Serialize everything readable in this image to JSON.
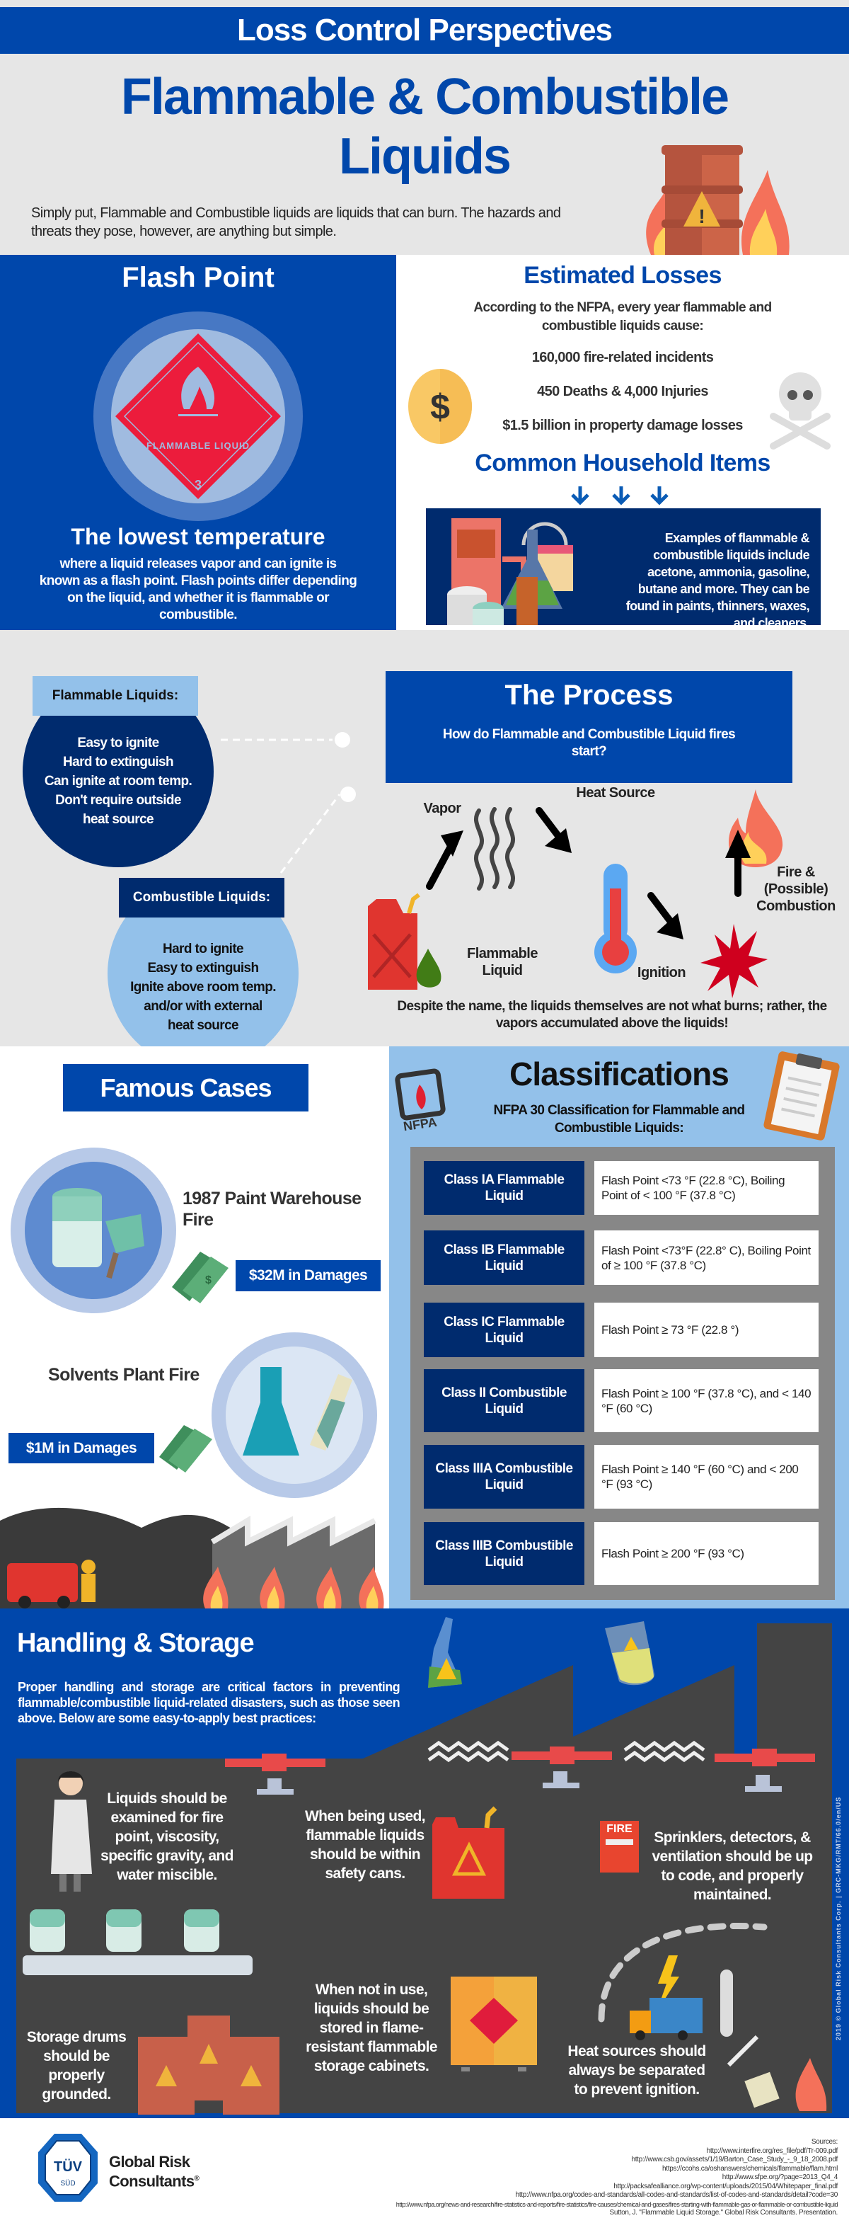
{
  "header": {
    "series_title": "Loss Control Perspectives",
    "main_title_line1": "Flammable & Combustible",
    "main_title_line2": "Liquids",
    "intro": "Simply put, Flammable and Combustible liquids are liquids that can burn. The hazards and threats they pose, however, are anything but simple."
  },
  "flash_point": {
    "title": "Flash Point",
    "placard_text": "FLAMMABLE LIQUID",
    "placard_number": "3",
    "subtitle": "The lowest temperature",
    "body": "where a liquid releases vapor and can ignite is known as a flash point. Flash points differ depending on the liquid, and whether it is flammable or combustible."
  },
  "losses": {
    "title": "Estimated Losses",
    "intro": "According to the NFPA, every year flammable and combustible liquids cause:",
    "stats": [
      "160,000 fire-related incidents",
      "450 Deaths & 4,000 Injuries",
      "$1.5 billion in property damage losses"
    ]
  },
  "household": {
    "title": "Common Household Items",
    "body": "Examples of flammable & combustible liquids include acetone, ammonia, gasoline, butane and more. They can be found in paints, thinners, waxes, and cleaners."
  },
  "comparison": {
    "flammable": {
      "label": "Flammable Liquids:",
      "lines": [
        "Easy to ignite",
        "Hard to extinguish",
        "Can ignite at room temp.",
        "Don't require outside",
        "heat source"
      ]
    },
    "combustible": {
      "label": "Combustible Liquids:",
      "lines": [
        "Hard to ignite",
        "Easy to extinguish",
        "Ignite above room temp.",
        "and/or with external",
        "heat source"
      ]
    }
  },
  "process": {
    "title": "The Process",
    "subtitle": "How do Flammable and Combustible Liquid fires start?",
    "steps": {
      "vapor": "Vapor",
      "heat": "Heat Source",
      "liquid": "Flammable Liquid",
      "ignition": "Ignition",
      "fire": "Fire & (Possible) Combustion"
    },
    "note": "Despite the name, the liquids themselves are not what burns; rather, the vapors accumulated above the liquids!"
  },
  "famous_cases": {
    "title": "Famous Cases",
    "cases": [
      {
        "name": "1987 Paint Warehouse Fire",
        "damages": "$32M in Damages"
      },
      {
        "name": "Solvents Plant Fire",
        "damages": "$1M in Damages"
      }
    ]
  },
  "classifications": {
    "title": "Classifications",
    "logo_text": "NFPA",
    "subtitle": "NFPA 30 Classification for Flammable and Combustible Liquids:",
    "rows": [
      {
        "class": "Class IA Flammable Liquid",
        "criteria": "Flash Point <73 °F (22.8 °C), Boiling Point of < 100 °F (37.8 °C)"
      },
      {
        "class": "Class IB Flammable Liquid",
        "criteria": "Flash Point <73°F (22.8° C), Boiling Point of  ≥ 100 °F (37.8 °C)"
      },
      {
        "class": "Class IC Flammable Liquid",
        "criteria": "Flash Point  ≥ 73 °F (22.8 °)"
      },
      {
        "class": "Class II Combustible Liquid",
        "criteria": "Flash Point  ≥ 100 °F (37.8 °C), and < 140 °F (60 °C)"
      },
      {
        "class": "Class IIIA Combustible Liquid",
        "criteria": "Flash Point  ≥ 140 °F (60 °C) and < 200 °F (93 °C)"
      },
      {
        "class": "Class IIIB Combustible Liquid",
        "criteria": "Flash Point ≥ 200 °F (93 °C)"
      }
    ]
  },
  "handling": {
    "title": "Handling & Storage",
    "intro": "Proper handling and storage are critical factors in preventing flammable/combustible liquid-related disasters, such as those seen above. Below are some easy-to-apply best practices:",
    "tips": [
      "Liquids should be examined for fire point, viscosity, specific gravity, and water miscible.",
      "When being used, flammable liquids should be within safety cans.",
      "Sprinklers, detectors, & ventilation should be up to code, and properly maintained.",
      "When not in use, liquids should be stored in flame-resistant flammable storage cabinets.",
      "Storage drums should be properly grounded.",
      "Heat sources should always be separated to prevent ignition."
    ],
    "alarm_label": "FIRE",
    "copyright": "2019 © Global Risk Consultants Corp.  |  GRC-MKG/RMT/66.0/en/US"
  },
  "footer": {
    "logo_text": "TÜV SÜD",
    "company": "Global Risk Consultants",
    "registered": "®",
    "sources_label": "Sources:",
    "sources": [
      "http://www.interfire.org/res_file/pdf/Tr-009.pdf",
      "http://www.csb.gov/assets/1/19/Barton_Case_Study_-_9_18_2008.pdf",
      "https://ccohs.ca/oshanswers/chemicals/flammable/flam.html",
      "http://www.sfpe.org/?page=2013_Q4_4",
      "http://packsafealliance.org/wp-content/uploads/2015/04/Whitepaper_final.pdf",
      "http://www.nfpa.org/codes-and-standards/all-codes-and-standards/list-of-codes-and-standards/detail?code=30",
      "http://www.nfpa.org/news-and-research/fire-statistics-and-reports/fire-statistics/fire-causes/chemical-and-gases/fires-starting-with-flammable-gas-or-flammable-or-combustible-liquid",
      "Sutton, J. \"Flammable Liquid Storage.\" Global Risk Consultants. Presentation."
    ]
  },
  "colors": {
    "blue": "#0047ab",
    "navy": "#002b6e",
    "light_blue": "#93c1ea",
    "gray_bg": "#e6e6e6",
    "dark": "#444444",
    "red": "#e0352f"
  }
}
